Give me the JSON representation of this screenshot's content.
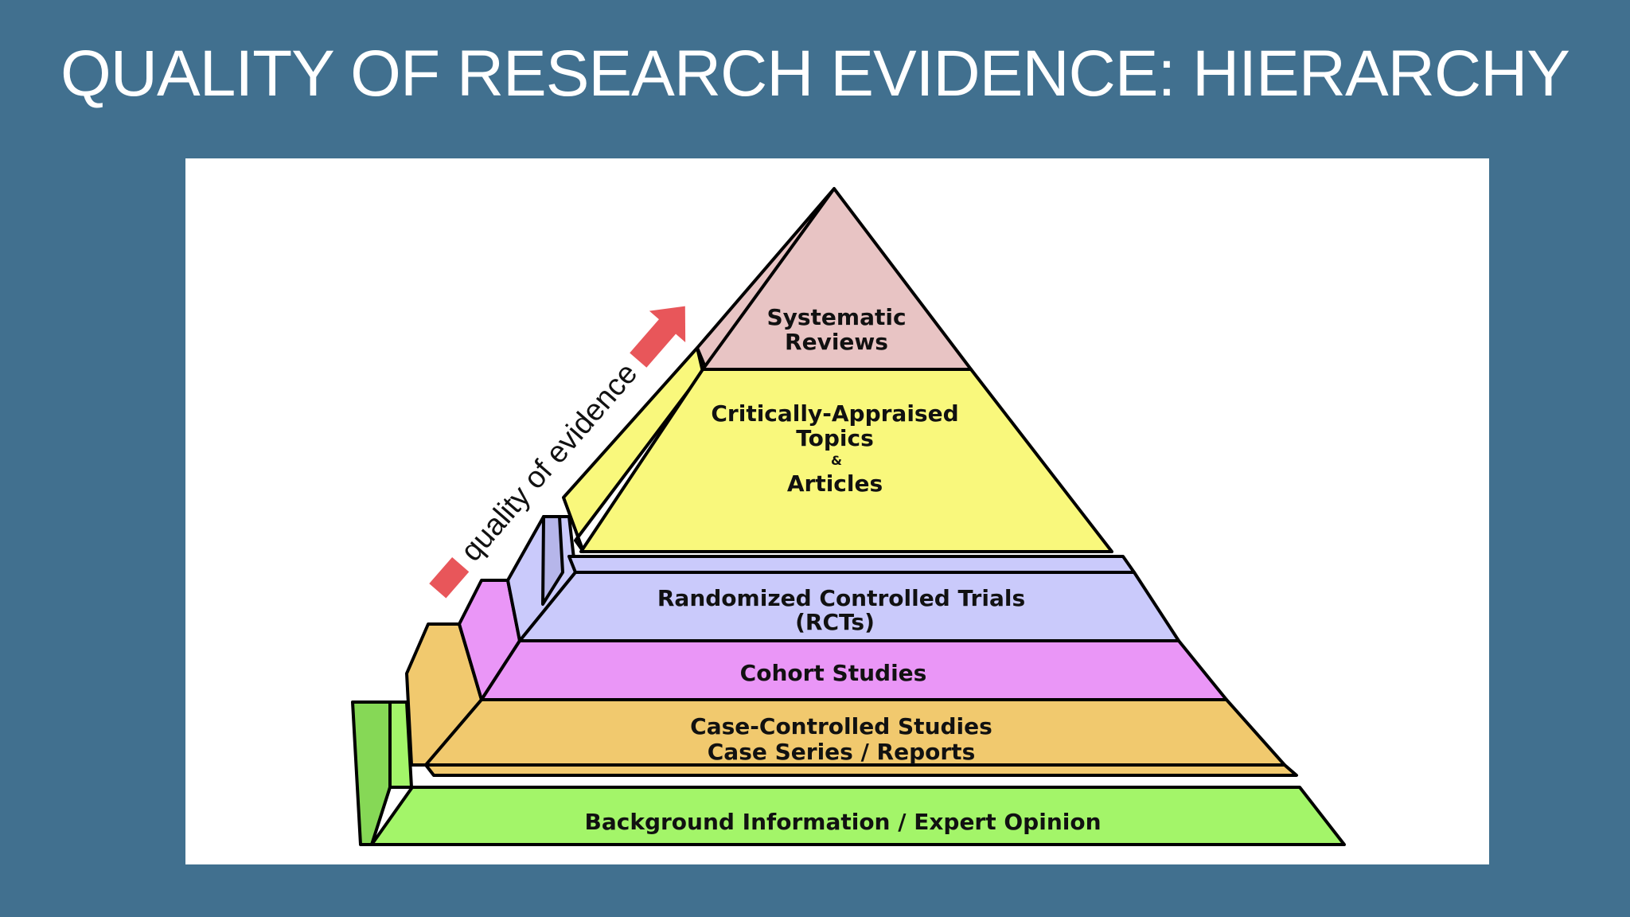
{
  "slide": {
    "title": "QUALITY OF RESEARCH EVIDENCE: HIERARCHY"
  },
  "diagram": {
    "arrow_label": "quality of evidence",
    "tiers": [
      {
        "id": "systematic",
        "lines": [
          "Systematic",
          "Reviews"
        ],
        "color": "#e8c4c4"
      },
      {
        "id": "cat",
        "lines": [
          "Critically-Appraised",
          "Topics",
          "&",
          "Articles"
        ],
        "color": "#f9f87c"
      },
      {
        "id": "rct",
        "lines": [
          "Randomized Controlled Trials",
          "(RCTs)"
        ],
        "color": "#cacafb"
      },
      {
        "id": "cohort",
        "lines": [
          "Cohort Studies"
        ],
        "color": "#ea96f7"
      },
      {
        "id": "case",
        "lines": [
          "Case-Controlled Studies",
          "Case Series / Reports"
        ],
        "color": "#f1c96e"
      },
      {
        "id": "background",
        "lines": [
          "Background Information / Expert Opinion"
        ],
        "color": "#a3f569"
      }
    ],
    "colors": {
      "arrow": "#e8565a",
      "outline": "#000000"
    }
  }
}
